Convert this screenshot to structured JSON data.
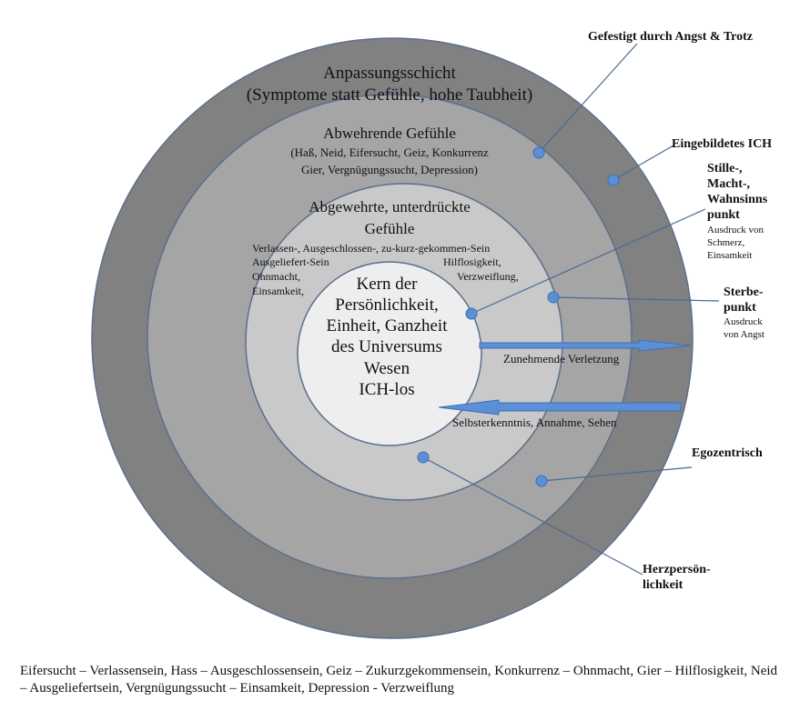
{
  "diagram": {
    "colors": {
      "ring_outer": "#818181",
      "ring_second": "#a5a5a5",
      "ring_third": "#c9c9c9",
      "core": "#eeeeee",
      "ring_stroke": "#5b6f8c",
      "accent": "#5b8fd6",
      "leader_line": "#4a6a95"
    },
    "layers": {
      "outer": {
        "title": "Anpassungsschicht",
        "subtitle": "(Symptome statt Gefühle, hohe Taubheit)"
      },
      "second": {
        "title": "Abwehrende Gefühle",
        "line1": "(Haß, Neid, Eifersucht, Geiz, Konkurrenz",
        "line2": "Gier, Vergnügungssucht, Depression)"
      },
      "third": {
        "title_line1": "Abgewehrte, unterdrückte",
        "title_line2": "Gefühle",
        "row1": "Verlassen-, Ausgeschlossen-, zu-kurz-gekommen-Sein",
        "left_items": [
          "Ausgeliefert-Sein",
          "Ohnmacht,",
          "Einsamkeit,"
        ],
        "right_items": [
          "Hilflosigkeit,",
          "Verzweiflung,"
        ]
      },
      "core": {
        "lines": [
          "Kern der",
          "Persönlichkeit,",
          "Einheit, Ganzheit",
          "des Universums",
          "Wesen",
          "ICH-los"
        ]
      }
    },
    "arrows": {
      "outward": "Zunehmende Verletzung",
      "inward": "Selbsterkenntnis, Annahme, Sehen"
    },
    "callouts": {
      "gefestigt": "Gefestigt durch Angst & Trotz",
      "eingebildet": "Eingebildetes ICH",
      "stille": {
        "title_lines": [
          "Stille-,",
          "Macht-,",
          "Wahnsinns",
          "punkt"
        ],
        "desc_lines": [
          "Ausdruck von",
          "Schmerz,",
          "Einsamkeit"
        ]
      },
      "sterbe": {
        "title_lines": [
          "Sterbe-",
          "punkt"
        ],
        "desc_lines": [
          "Ausdruck",
          "von Angst"
        ]
      },
      "egozentrisch": "Egozentrisch",
      "herz": {
        "title_lines": [
          "Herzpersön-",
          "lichkeit"
        ]
      }
    }
  },
  "footer": {
    "text": "Eifersucht – Verlassensein, Hass – Ausgeschlossensein, Geiz – Zukurzgekommensein, Konkurrenz – Ohnmacht, Gier – Hilflosigkeit, Neid – Ausgeliefertsein, Vergnügungssucht – Einsamkeit, Depression - Verzweiflung"
  }
}
